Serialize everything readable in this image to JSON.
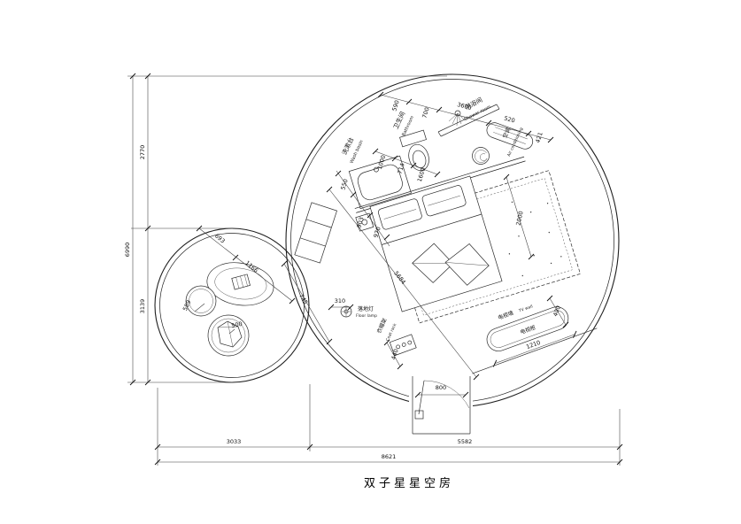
{
  "title": "双子星星空房",
  "labels": {
    "washbasin": {
      "cn": "洗漱台",
      "en": "Wash basin"
    },
    "bathroom": {
      "cn": "卫生间",
      "en": "Bathroom"
    },
    "shower": {
      "cn": "淋浴间",
      "en": "Shower room"
    },
    "ac": {
      "cn": "空调",
      "en": "Air conditioning"
    },
    "floor_lamp": {
      "cn": "落地灯",
      "en": "Floor lamp"
    },
    "coat_rack": {
      "cn": "衣帽架",
      "en": "Coat rack"
    },
    "tv_wall": {
      "cn": "电视墙",
      "en": "TV wall"
    },
    "tv_cabinet": {
      "cn": "电视柜"
    }
  },
  "dimensions": {
    "overall_height": "6990",
    "upper_height": "2770",
    "lower_height": "3139",
    "bottom_left": "3033",
    "bottom_right": "5582",
    "overall_width": "8621",
    "d590": "590",
    "d700": "700",
    "d3600": "3600",
    "d520": "520",
    "d421": "421",
    "d1000": "1000",
    "d714": "714",
    "d1600": "1600",
    "d550": "550",
    "d903": "903",
    "d970": "970",
    "d2000": "2000",
    "d5684": "5684",
    "d745": "745",
    "d693": "693",
    "d1166": "1166",
    "d589": "589",
    "d500": "500",
    "d310": "310",
    "d440": "440",
    "d1210": "1210",
    "d400": "400",
    "d800": "800"
  }
}
